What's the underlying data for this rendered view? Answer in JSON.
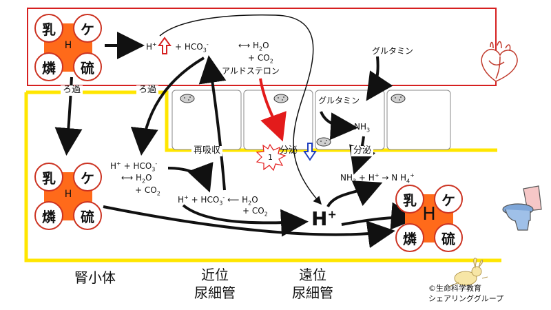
{
  "colors": {
    "blood_border": "#d62020",
    "tubule_border": "#ffe600",
    "acid_core": "#ff6a1a",
    "aldosterone_arrow": "#e31b1b",
    "up_arrow": "#d62020",
    "down_arrow": "#1f3fbf"
  },
  "icons": [
    "heart-icon",
    "toilet-icon",
    "bunny-mascot-icon"
  ],
  "acids": {
    "lactic": "乳",
    "keto": "ケ",
    "phosphoric": "燐",
    "sulfuric": "硫",
    "h": "H"
  },
  "blood": {
    "h": "H",
    "hco3": "+ HCO",
    "hco3_sub": "3",
    "hco3_sup": "-",
    "eq_arrow": "⟷ H",
    "h2o_sub": "2",
    "o": "O",
    "co2": "+ CO",
    "co2_sub": "2",
    "aldosterone": "アルドステロン",
    "glutamine": "グルタミン"
  },
  "labels": {
    "filtration_1": "ろ過",
    "filtration_2": "ろ過",
    "reabsorption": "再吸収",
    "secretion_1": "分泌",
    "secretion_2": "分泌",
    "star_number": "1",
    "cell_glutamine": "グルタミン",
    "nh3": "NH",
    "nh3_sub": "3"
  },
  "proximal": {
    "line1_a": "H",
    "line1_b": "+ HCO",
    "line2": "⟷ H",
    "line2_o": "O",
    "line3": "+ CO",
    "line4_a": "H",
    "line4_b": "+ HCO",
    "line4_c": "⟵ H",
    "line4_d": "O",
    "line5": "+ CO"
  },
  "distal": {
    "ammonium_a": "NH",
    "ammonium_b": "+ H",
    "ammonium_c": "→ N H",
    "big_h": "H"
  },
  "regions": {
    "glomerulus": "腎小体",
    "proximal_1": "近位",
    "proximal_2": "尿細管",
    "distal_1": "遠位",
    "distal_2": "尿細管"
  },
  "credit": {
    "line1": "©生命科学教育",
    "line2": "シェアリンググループ"
  }
}
